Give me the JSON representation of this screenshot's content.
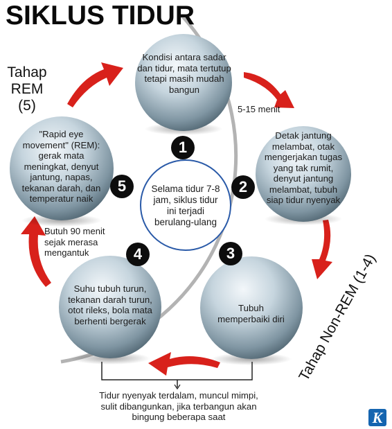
{
  "title": "SIKLUS TIDUR",
  "stages": {
    "rem_label": [
      "Tahap",
      "REM",
      "(5)"
    ],
    "non_rem_label": "Tahap Non-REM (1-4)"
  },
  "steps": [
    {
      "number": "1",
      "text": "Kondisi antara sadar dan tidur, mata tertutup tetapi masih mudah bangun"
    },
    {
      "number": "2",
      "text": "Detak jantung melambat, otak mengerjakan tugas yang tak rumit, denyut jantung melambat, tubuh siap tidur nyenyak"
    },
    {
      "number": "3",
      "text": "Tubuh memperbaiki diri"
    },
    {
      "number": "4",
      "text": "Suhu tubuh turun, tekanan darah turun, otot rileks, bola mata berhenti bergerak"
    },
    {
      "number": "5",
      "text": "\"Rapid eye movement\" (REM): gerak mata meningkat, denyut jantung, napas, tekanan darah, dan temperatur naik"
    }
  ],
  "center": "Selama tidur 7-8 jam, siklus tidur ini terjadi berulang-ulang",
  "notes": {
    "duration": "5-15 menit",
    "rem_wait": "Butuh 90 menit sejak merasa mengantuk",
    "deep_sleep": "Tidur nyenyak terdalam, muncul mimpi, sulit dibangunkan, jika terbangun akan bingung beberapa saat"
  },
  "logo": "K",
  "colors": {
    "arrow_red": "#d8211b",
    "sphere_light": "#eef4f8",
    "sphere_mid": "#a9bdc9",
    "sphere_dark": "#4f6470",
    "arc_gray": "#b3b3b3",
    "badge": "#0d0d0d",
    "brand_blue": "#1565b0"
  }
}
